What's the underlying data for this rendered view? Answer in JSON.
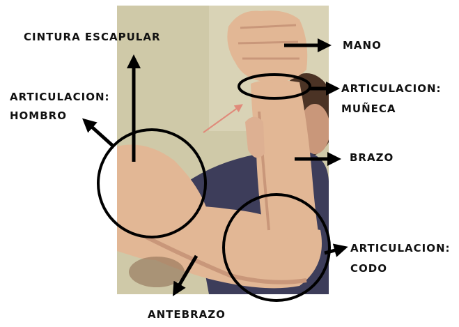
{
  "labels": {
    "cintura": "CINTURA ESCAPULAR",
    "art_hombro_1": "ARTICULACION:",
    "art_hombro_2": "HOMBRO",
    "mano": "MANO",
    "art_muneca_1": "ARTICULACION:",
    "art_muneca_2": "MUÑECA",
    "brazo": "BRAZO",
    "art_codo_1": "ARTICULACION:",
    "art_codo_2": "CODO",
    "antebrazo": "ANTEBRAZO"
  },
  "colors": {
    "background": "#ffffff",
    "photo_bg": "#cfc9a8",
    "skin": "#e2b795",
    "skin_shadow": "#c9977a",
    "shirt": "#3d3d5a",
    "hair": "#4b3325",
    "annotation": "#000000",
    "pointer_arrow": "#e08a7a"
  }
}
